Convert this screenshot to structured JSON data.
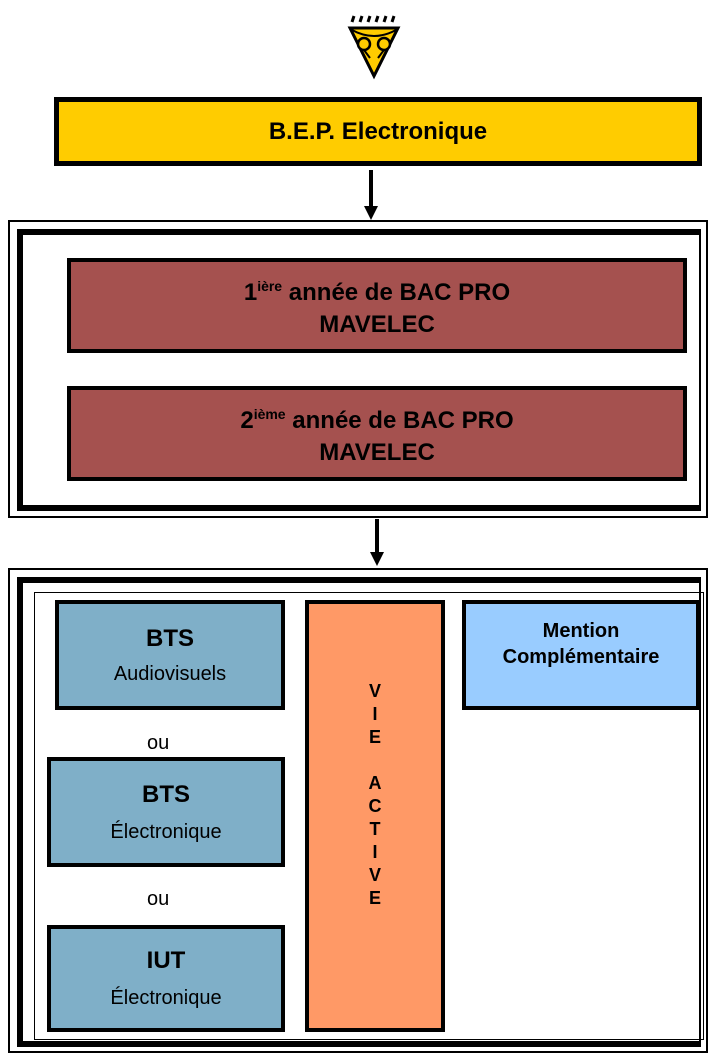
{
  "logo": {
    "icon": "school-logo-icon"
  },
  "bep": {
    "label": "B.E.P. Electronique",
    "color": "#FFCC00"
  },
  "bac_pro": {
    "year1": {
      "num": "1",
      "sup": "ière",
      "rest": " année de BAC PRO",
      "line2": "MAVELEC"
    },
    "year2": {
      "num": "2",
      "sup": "ième",
      "rest": " année de BAC PRO",
      "line2": "MAVELEC"
    },
    "color": "#A5514F"
  },
  "outcomes": {
    "bts_audio": {
      "title": "BTS",
      "subtitle": "Audiovisuels"
    },
    "or1": "ou",
    "bts_elec": {
      "title": "BTS",
      "subtitle": "Électronique"
    },
    "or2": "ou",
    "iut": {
      "title": "IUT",
      "subtitle": "Électronique"
    },
    "vie_active": [
      "V",
      "I",
      "E",
      "",
      "A",
      "C",
      "T",
      "I",
      "V",
      "E"
    ],
    "mention": {
      "line1": "Mention",
      "line2": "Complémentaire"
    },
    "colors": {
      "study": "#7FAFC8",
      "vie": "#FF9966",
      "mention": "#99CCFF"
    }
  }
}
